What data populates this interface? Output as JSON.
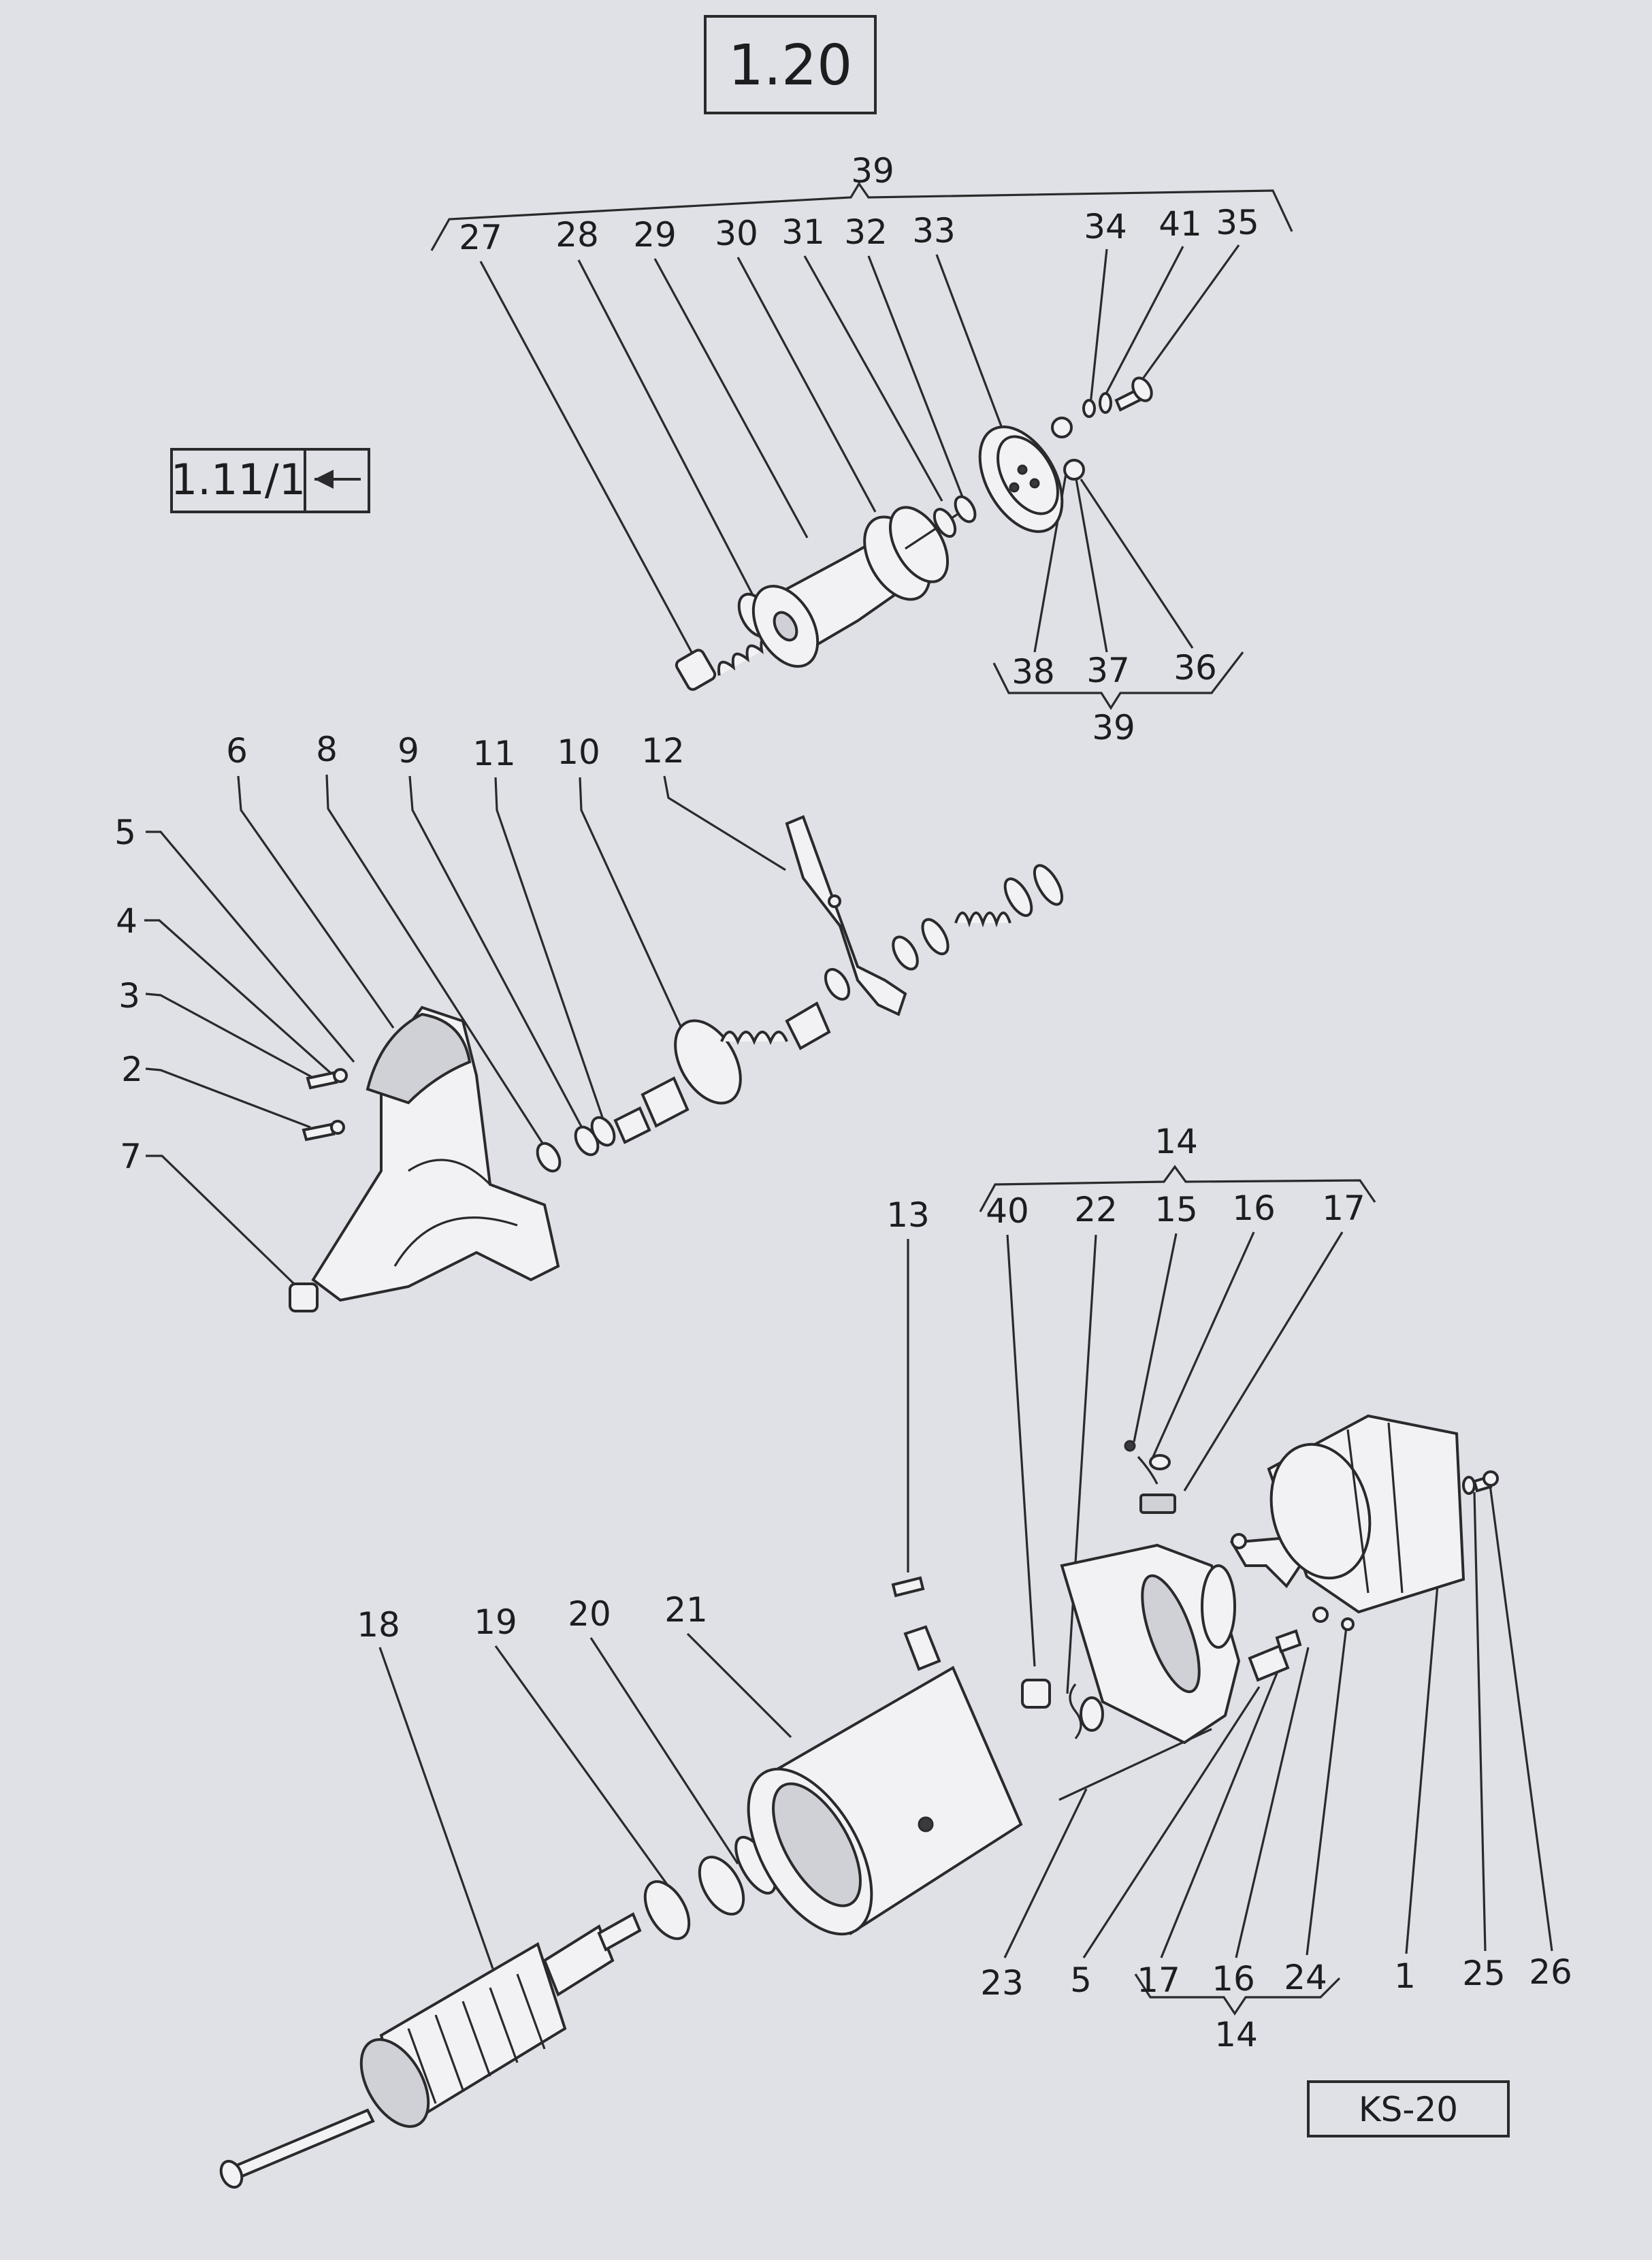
{
  "diagram": {
    "figure_number": "1.20",
    "cross_reference": {
      "label": "1.11/1",
      "arrow": "←"
    },
    "drawing_code": "KS-20",
    "groups": {
      "solenoid_top": "39",
      "solenoid_bottom": "39",
      "brush_top": "14",
      "brush_bottom": "14"
    },
    "callouts": [
      "27",
      "28",
      "29",
      "30",
      "31",
      "32",
      "33",
      "34",
      "41",
      "35",
      "38",
      "37",
      "36",
      "6",
      "8",
      "9",
      "11",
      "10",
      "12",
      "5",
      "4",
      "3",
      "2",
      "7",
      "13",
      "40",
      "22",
      "15",
      "16",
      "17",
      "18",
      "19",
      "20",
      "21",
      "23",
      "5",
      "17",
      "16",
      "24",
      "1",
      "25",
      "26"
    ]
  }
}
